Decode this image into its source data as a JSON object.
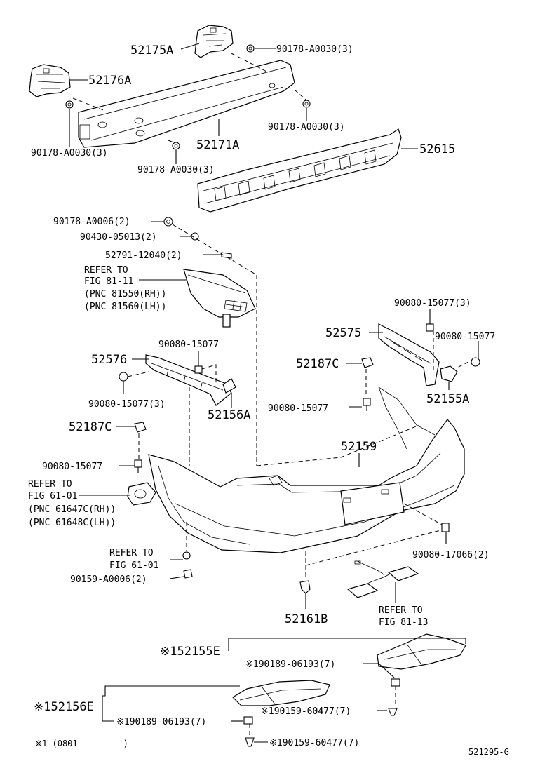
{
  "labels": {
    "p52175A": "52175A",
    "p52176A": "52176A",
    "p52171A": "52171A",
    "p52615": "52615",
    "f0030_a": "90178-A0030(3)",
    "f0030_b": "90178-A0030(3)",
    "f0030_c": "90178-A0030(3)",
    "f0030_d": "90178-A0030(3)",
    "f0006": "90178-A0006(2)",
    "f05013": "90430-05013(2)",
    "f12040": "52791-12040(2)",
    "ref1_l1": "REFER TO",
    "ref1_l2": "FIG 81-11",
    "ref1_l3": "(PNC 81550(RH))",
    "ref1_l4": "(PNC 81560(LH))",
    "f15077_3a": "90080-15077(3)",
    "p52575": "52575",
    "f15077_r": "90080-15077",
    "p52187C_r": "52187C",
    "p52155A": "52155A",
    "f15077_rb": "90080-15077",
    "p52576": "52576",
    "f15077_l": "90080-15077",
    "f15077_3b": "90080-15077(3)",
    "p52156A": "52156A",
    "p52187C_l": "52187C",
    "p52159": "52159",
    "f15077_lb": "90080-15077",
    "ref2_l1": "REFER TO",
    "ref2_l2": "FIG 61-01",
    "ref2_l3": "(PNC 61647C(RH))",
    "ref2_l4": "(PNC 61648C(LH))",
    "ref3_l1": "REFER TO",
    "ref3_l2": "FIG 61-01",
    "fA0006": "90159-A0006(2)",
    "f17066": "90080-17066(2)",
    "p52161B": "52161B",
    "ref4_l1": "REFER TO",
    "ref4_l2": "FIG 81-13",
    "p52155E": "※152155E",
    "f06193_a": "※190189-06193(7)",
    "p52156E": "※152156E",
    "f06193_b": "※190189-06193(7)",
    "f60477_a": "※190159-60477(7)",
    "f60477_b": "※190159-60477(7)",
    "footnote": "※1 (0801-        )",
    "diagram_id": "521295-G"
  }
}
